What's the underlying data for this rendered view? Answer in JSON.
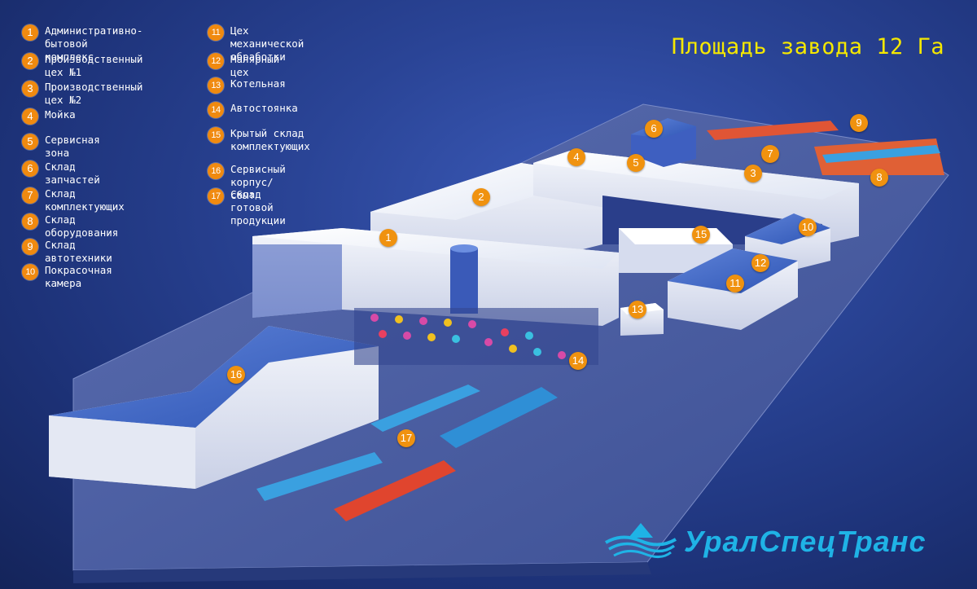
{
  "title": "Площадь завода 12 Га",
  "legend": [
    {
      "num": "1",
      "label": "Административно-бытовой\nкомплекс"
    },
    {
      "num": "2",
      "label": "Производственный цех №1"
    },
    {
      "num": "3",
      "label": "Производственный цех №2"
    },
    {
      "num": "4",
      "label": "Мойка"
    },
    {
      "num": "5",
      "label": "Сервисная зона"
    },
    {
      "num": "6",
      "label": "Склад запчастей"
    },
    {
      "num": "7",
      "label": "Склад комплектующих"
    },
    {
      "num": "8",
      "label": "Склад оборудования"
    },
    {
      "num": "9",
      "label": "Склад автотехники"
    },
    {
      "num": "10",
      "label": "Покрасочная камера"
    },
    {
      "num": "11",
      "label": "Цех механической\nобработки"
    },
    {
      "num": "12",
      "label": "Малярный цех"
    },
    {
      "num": "13",
      "label": "Котельная"
    },
    {
      "num": "14",
      "label": "Автостоянка"
    },
    {
      "num": "15",
      "label": "Крытый склад\nкомплектующих"
    },
    {
      "num": "16",
      "label": "Сервисный корпус/сбыт"
    },
    {
      "num": "17",
      "label": "Склад готовой продукции"
    }
  ],
  "markers": [
    "1",
    "2",
    "3",
    "4",
    "5",
    "6",
    "7",
    "8",
    "9",
    "10",
    "11",
    "12",
    "13",
    "14",
    "15",
    "16",
    "17"
  ],
  "logo": {
    "text": "УралСпецТранс"
  },
  "colors": {
    "badge": "#f08a10",
    "title": "#f5e800",
    "logo": "#1fb3e6",
    "background": "#2a4496"
  }
}
